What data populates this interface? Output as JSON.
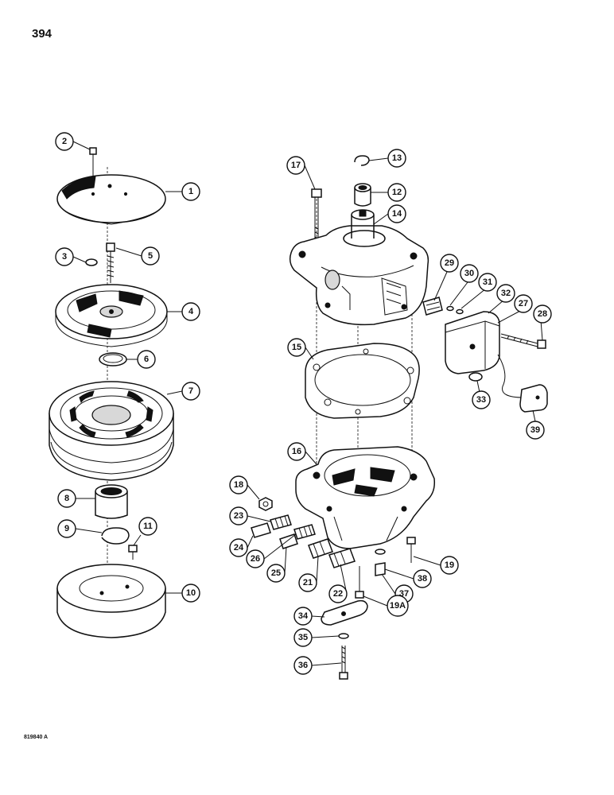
{
  "page": {
    "number": "394",
    "figure_code": "819840 A"
  },
  "callouts": [
    "1",
    "2",
    "3",
    "4",
    "5",
    "6",
    "7",
    "8",
    "9",
    "10",
    "11",
    "12",
    "13",
    "14",
    "15",
    "16",
    "17",
    "18",
    "19",
    "19A",
    "21",
    "22",
    "23",
    "24",
    "25",
    "26",
    "27",
    "28",
    "29",
    "30",
    "31",
    "32",
    "33",
    "34",
    "35",
    "36",
    "37",
    "38",
    "39"
  ]
}
